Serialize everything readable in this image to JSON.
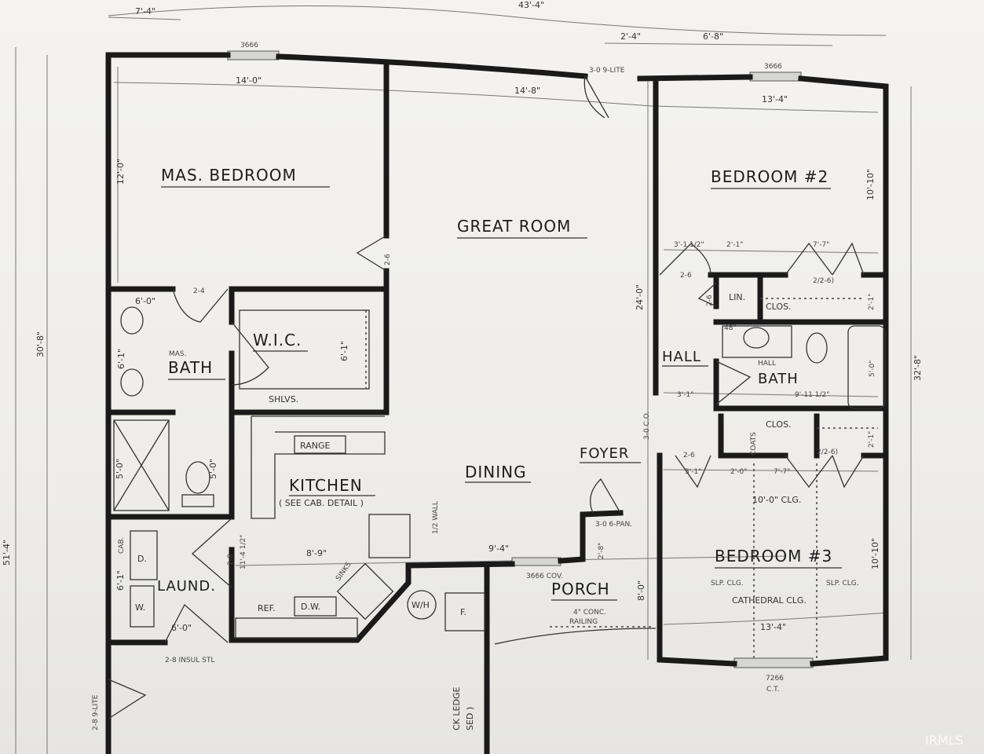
{
  "rooms": {
    "master_bedroom": "MAS. BEDROOM",
    "great_room": "GREAT ROOM",
    "bedroom2": "BEDROOM #2",
    "bedroom3": "BEDROOM #3",
    "wic": "W.I.C.",
    "mas_bath_small": "MAS.",
    "mas_bath": "BATH",
    "hall": "HALL",
    "hall_bath_small": "HALL",
    "hall_bath": "BATH",
    "kitchen": "KITCHEN",
    "kitchen_note": "( SEE CAB. DETAIL )",
    "dining": "DINING",
    "foyer": "FOYER",
    "porch": "PORCH",
    "laund": "LAUND."
  },
  "labels": {
    "range": "RANGE",
    "shlvs": "SHLVS.",
    "lin": "LIN.",
    "clos1": "CLOS.",
    "clos2": "CLOS.",
    "coats": "COATS",
    "ref": "REF.",
    "dw": "D.W.",
    "sinks": "SINKS",
    "wh": "W/H",
    "furnace": "F.",
    "dryer": "D.",
    "washer": "W.",
    "cab": "CAB.",
    "half_wall": "1/2 WALL",
    "cathedral": "CATHEDRAL CLG.",
    "ceiling10": "10'-0\" CLG.",
    "slp_clg_l": "SLP. CLG.",
    "slp_clg_r": "SLP. CLG.",
    "porch_note1": "4\" CONC.",
    "porch_note2": "RAILING",
    "ledge1": "CK LEDGE",
    "ledge2": "SED )",
    "insul": "2-8 INSUL STL",
    "slite_top": "3-0 9-LITE",
    "slite_left": "2-8 9-LITE",
    "fan": "3-0 6-PAN.",
    "cov": "3666 COV.",
    "win1": "3666",
    "win2": "3666",
    "win3": "7266",
    "ct": "C.T.",
    "lav48": "48\""
  },
  "dimensions": {
    "overall": "43'-4\"",
    "top_left": "7'-4\"",
    "top_mid1": "2'-4\"",
    "top_mid2": "6'-8\"",
    "mb_width": "14'-0\"",
    "gr_width": "14'-8\"",
    "b2_width": "13'-4\"",
    "mb_depth": "12'-0\"",
    "b2_depth": "10'-10\"",
    "b3_depth": "10'-10\"",
    "b3_width": "13'-4\"",
    "gr_depth": "24'-0\"",
    "left_total": "30'-8\"",
    "left_outer": "51'-4\"",
    "right_total": "32'-8\"",
    "bath_w": "6'-0\"",
    "bath_vanity": "6'-1\"",
    "wic_d": "6'-1\"",
    "shower": "5'-0\"",
    "toilet": "5'-0\"",
    "laund_w": "6'-0\"",
    "laund_cab": "6'-1\"",
    "kitchen_d": "11'-4 1/2\"",
    "kitchen_w": "8'-9\"",
    "dining_w": "9'-4\"",
    "porch_d": "8'-0\"",
    "porch_w": "2'-8\"",
    "hall_w1": "3'-1 1/2\"",
    "hall_w2": "2'-1\"",
    "hall_w3": "7'-7\"",
    "hall_w4": "3'-1\"",
    "hbath_w": "9'-11 1/2\"",
    "hbath_d": "5'-0\"",
    "b3_a": "3'-1\"",
    "b3_b": "2'-0\"",
    "b3_c": "7'-7\"",
    "clos_d1": "2'-1\"",
    "clos_d2": "2'-1\"",
    "door_24": "2-4",
    "door_26a": "2-6",
    "door_26b": "2-6",
    "door_26c": "2-6",
    "door_bifold1": "2/2-6)",
    "door_bifold2": "2/2-6)",
    "door_mb": "2-6",
    "door_28": "2-8",
    "foyer_co": "3-0 C.O."
  },
  "watermark": "IRMLS"
}
